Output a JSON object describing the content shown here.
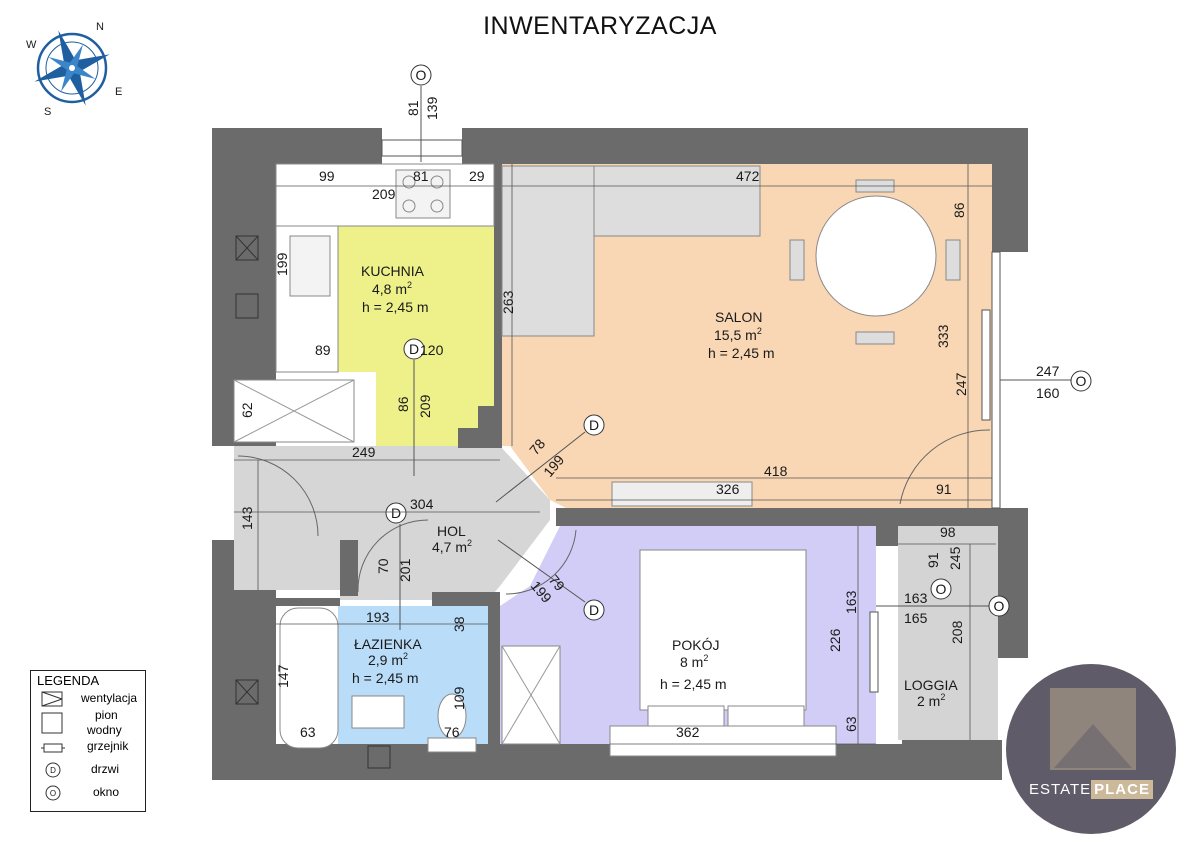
{
  "title": "INWENTARYZACJA",
  "compass": {
    "n": "N",
    "e": "E",
    "s": "S",
    "w": "W"
  },
  "rooms": {
    "kuchnia": {
      "name": "KUCHNIA",
      "area": "4,8 m",
      "sup": "2",
      "height": "h = 2,45 m"
    },
    "salon": {
      "name": "SALON",
      "area": "15,5 m",
      "sup": "2",
      "height": "h = 2,45 m"
    },
    "hol": {
      "name": "HOL",
      "area": "4,7 m",
      "sup": "2"
    },
    "lazienka": {
      "name": "ŁAZIENKA",
      "area": "2,9 m",
      "sup": "2",
      "height": "h = 2,45 m"
    },
    "pokoj": {
      "name": "POKÓJ",
      "area": "8 m",
      "sup": "2",
      "height": "h = 2,45 m"
    },
    "loggia": {
      "name": "LOGGIA",
      "area": "2 m",
      "sup": "2"
    }
  },
  "markers": {
    "door": "D",
    "window": "O"
  },
  "dimensions": {
    "top_win_81": "81",
    "top_win_139": "139",
    "k_99": "99",
    "k_81": "81",
    "k_29": "29",
    "k_209": "209",
    "k_199": "199",
    "k_89": "89",
    "k_120": "120",
    "k_86": "86",
    "k_209b": "209",
    "s_472": "472",
    "s_86": "86",
    "s_263": "263",
    "s_333": "333",
    "s_247": "247",
    "s_win_247": "247",
    "s_win_160": "160",
    "s_78": "78",
    "s_199": "199",
    "s_418": "418",
    "s_326": "326",
    "s_91": "91",
    "h_62": "62",
    "h_249": "249",
    "h_304": "304",
    "h_143": "143",
    "h_70": "70",
    "h_201": "201",
    "l_193": "193",
    "l_38": "38",
    "l_147": "147",
    "l_109": "109",
    "l_63": "63",
    "l_76": "76",
    "p_79": "79",
    "p_199": "199",
    "p_163": "163",
    "p_226": "226",
    "p_63": "63",
    "p_362": "362",
    "g_98": "98",
    "g_91": "91",
    "g_245": "245",
    "g_163": "163",
    "g_165": "165",
    "g_208": "208"
  },
  "legend": {
    "title": "LEGENDA",
    "items": [
      "wentylacja",
      "pion",
      "wodny",
      "grzejnik",
      "drzwi",
      "okno"
    ]
  },
  "brand": {
    "part1": "ESTATE",
    "part2": "PLACE"
  },
  "colors": {
    "wall": "#6b6b6b",
    "kuchnia": "#eef08a",
    "salon": "#f9d7b4",
    "hol": "#d6d6d6",
    "lazienka": "#b9dcf8",
    "pokoj": "#d2cdf6",
    "loggia": "#d4d4d4",
    "compass": "#1f5f9f"
  }
}
